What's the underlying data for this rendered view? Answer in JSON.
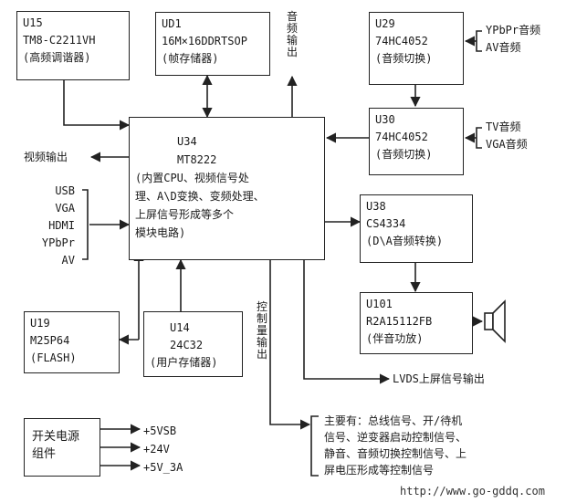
{
  "blocks": {
    "u15": {
      "ref": "U15",
      "part": "TM8-C2211VH",
      "desc": "(高频调谐器)"
    },
    "ud1": {
      "ref": "UD1",
      "part": "16M×16DDRTSOP",
      "desc": "(帧存储器)"
    },
    "u29": {
      "ref": "U29",
      "part": "74HC4052",
      "desc": "(音频切换)"
    },
    "u30": {
      "ref": "U30",
      "part": "74HC4052",
      "desc": "(音频切换)"
    },
    "u34": {
      "ref": "U34",
      "part": "MT8222",
      "desc1": "(内置CPU、视频信号处",
      "desc2": "理、A\\D变换、变频处理、",
      "desc3": "上屏信号形成等多个",
      "desc4": "模块电路)"
    },
    "u38": {
      "ref": "U38",
      "part": "CS4334",
      "desc": "(D\\A音频转换)"
    },
    "u101": {
      "ref": "U101",
      "part": "R2A15112FB",
      "desc": "(伴音功放)"
    },
    "u19": {
      "ref": "U19",
      "part": "M25P64",
      "desc": "(FLASH)"
    },
    "u14": {
      "ref": "U14",
      "part": "24C32",
      "desc": "(用户存储器)"
    },
    "psu": {
      "line1": "开关电源",
      "line2": "组件"
    },
    "notes": {
      "line1": "主要有：总线信号、开/待机",
      "line2": "信号、逆变器启动控制信号、",
      "line3": "静音、音频切换控制信号、上",
      "line4": "屏电压形成等控制信号"
    }
  },
  "labels": {
    "audio_out": "音频输出",
    "video_out": "视频输出",
    "ypbpr_audio": "YPbPr音频",
    "av_audio": "AV音频",
    "tv_audio": "TV音频",
    "vga_audio": "VGA音频",
    "inputs": [
      "USB",
      "VGA",
      "HDMI",
      "YPbPr",
      "AV"
    ],
    "control_out": "控制量输出",
    "lvds_out": "LVDS上屏信号输出",
    "rails": [
      "+5VSB",
      "+24V",
      "+5V_3A"
    ],
    "watermark": "http://www.go-gddq.com"
  }
}
